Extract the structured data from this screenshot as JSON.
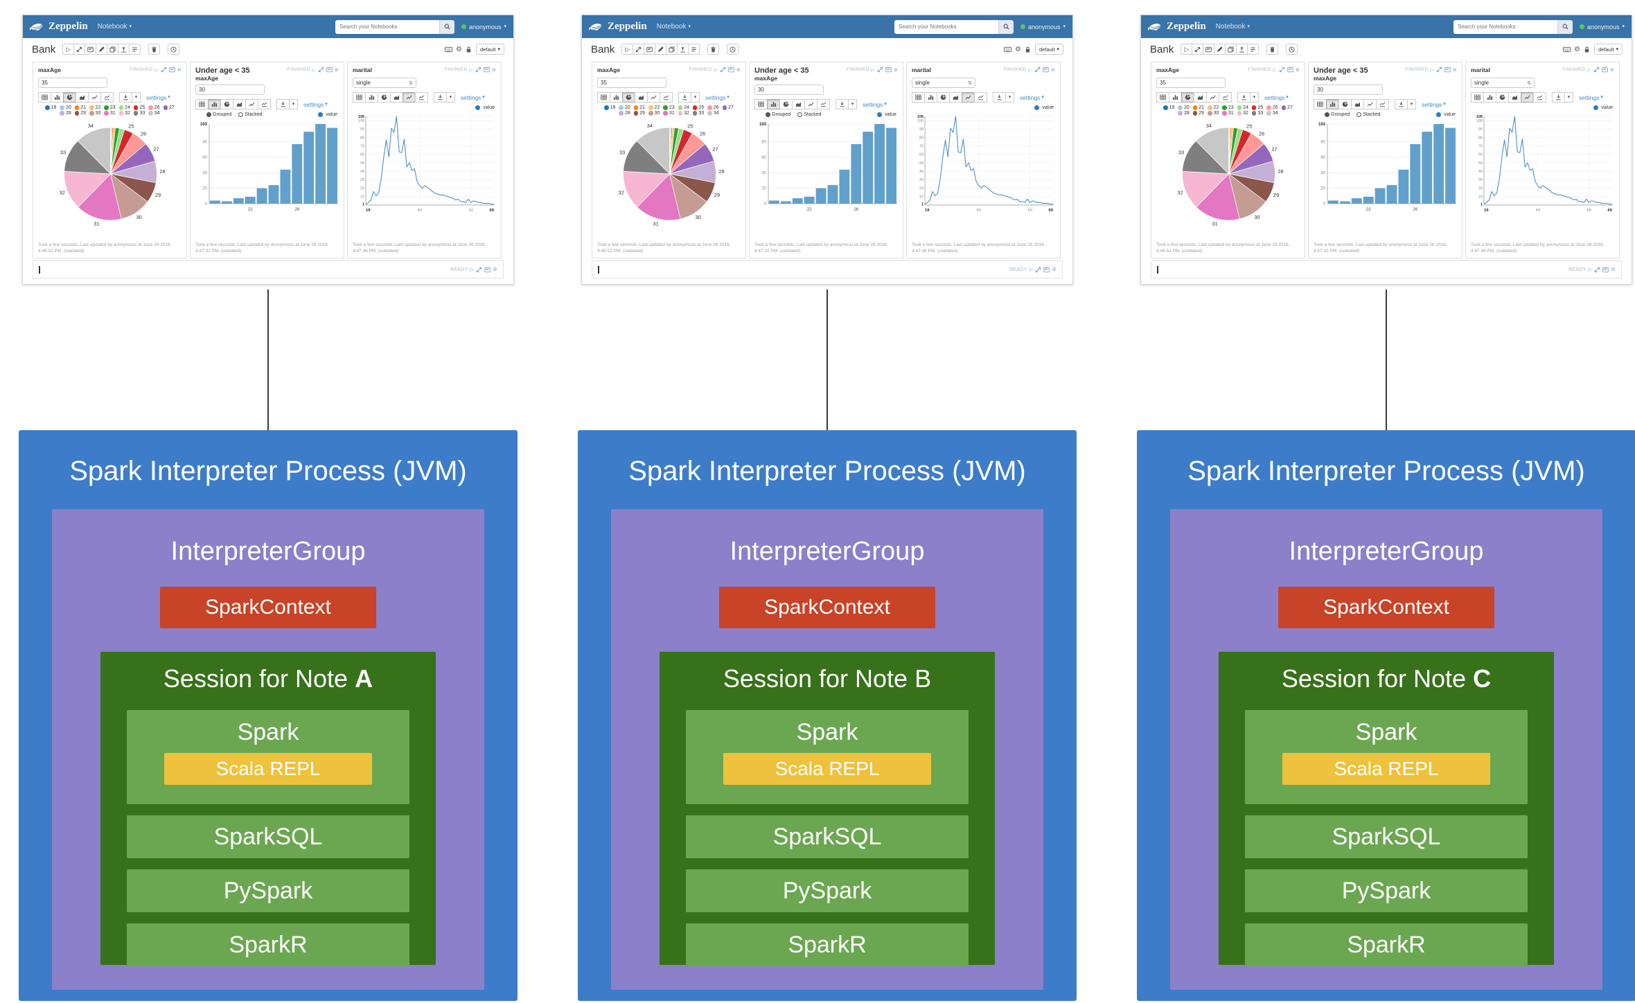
{
  "zeppelin": {
    "navbar": {
      "brand": "Zeppelin",
      "menu_notebook": "Notebook",
      "search_placeholder": "Search your Notebooks",
      "user": "anonymous"
    },
    "note": {
      "title": "Bank",
      "interpreter_button": "default"
    },
    "paragraphs": [
      {
        "field_label": "maxAge",
        "input_value": "35",
        "status": "FINISHED",
        "settings_label": "settings",
        "footer": "Took a few seconds. Last updated by anonymous at June 26 2016, 4:46:52 PM. (outdated)"
      },
      {
        "title": "Under age < 35",
        "field_label": "maxAge",
        "input_value": "30",
        "status": "FINISHED",
        "grouped_label": "Grouped",
        "stacked_label": "Stacked",
        "series_label": "value",
        "settings_label": "settings",
        "footer": "Took a few seconds. Last updated by anonymous at June 26 2016, 4:47:32 PM. (outdated)"
      },
      {
        "field_label": "marital",
        "select_value": "single",
        "status": "FINISHED",
        "series_label": "value",
        "settings_label": "settings",
        "footer": "Took a few seconds. Last updated by anonymous at June 26 2016, 4:47:36 PM. (outdated)"
      }
    ],
    "new_paragraph": {
      "status": "READY"
    }
  },
  "diagram": {
    "jvm": {
      "title": "Spark Interpreter Process (JVM)",
      "group_title": "InterpreterGroup",
      "context_label": "SparkContext",
      "session_prefix": "Session for Note",
      "interpreters": {
        "spark": "Spark",
        "scala_repl": "Scala REPL",
        "sparksql": "SparkSQL",
        "pyspark": "PySpark",
        "sparkr": "SparkR"
      },
      "colors": {
        "process": "#3d7cc9",
        "group": "#8b80c9",
        "context": "#c84327",
        "session": "#377119",
        "interpreter": "#6ba751",
        "repl": "#eec23c"
      }
    },
    "columns": [
      {
        "note_letter": "A",
        "note_bold": true
      },
      {
        "note_letter": "B",
        "note_bold": false
      },
      {
        "note_letter": "C",
        "note_bold": true
      }
    ]
  },
  "icons": {
    "caret_down": "▾",
    "play": "▷",
    "gear": "⚙",
    "clock": "◷",
    "stepper": "⇅"
  },
  "chart_data": [
    {
      "type": "pie",
      "categories": [
        19,
        20,
        21,
        22,
        23,
        24,
        25,
        26,
        27,
        28,
        29,
        30,
        31,
        32,
        33,
        34
      ],
      "values": [
        4,
        3,
        7,
        9,
        20,
        24,
        44,
        77,
        93,
        103,
        98,
        150,
        220,
        185,
        160,
        170
      ],
      "colors": [
        "#1f77b4",
        "#aec7e8",
        "#ff7f0e",
        "#ffbb78",
        "#2ca02c",
        "#98df8a",
        "#d62728",
        "#ff9896",
        "#9467bd",
        "#c5b0d5",
        "#8c564b",
        "#c49c94",
        "#e377c2",
        "#f7b6d2",
        "#7f7f7f",
        "#c7c7c7"
      ],
      "legend_position": "top"
    },
    {
      "type": "bar",
      "categories": [
        19,
        20,
        21,
        22,
        23,
        24,
        25,
        26,
        27,
        28,
        29
      ],
      "values": [
        4,
        3,
        7,
        9,
        20,
        24,
        44,
        77,
        93,
        103,
        98
      ],
      "series": "value",
      "bar_color": "#61a0cb",
      "ylim": [
        0,
        103
      ],
      "yticks": [
        0,
        20,
        40,
        60,
        80,
        103
      ],
      "xticks": [
        22,
        26
      ],
      "grid": true,
      "legend_position": "top-right"
    },
    {
      "type": "line",
      "x": [
        19,
        20,
        21,
        22,
        23,
        24,
        25,
        26,
        27,
        28,
        29,
        30,
        31,
        32,
        33,
        34,
        35,
        36,
        37,
        38,
        39,
        40,
        41,
        42,
        43,
        44,
        45,
        46,
        47,
        48,
        49,
        50,
        51,
        52,
        53,
        54,
        55,
        56,
        57,
        58,
        59,
        60,
        61,
        62,
        63,
        64,
        65,
        66,
        67,
        68,
        69
      ],
      "values": [
        1,
        3,
        6,
        16,
        11,
        14,
        31,
        57,
        77,
        57,
        91,
        86,
        105,
        63,
        62,
        78,
        45,
        50,
        41,
        43,
        28,
        23,
        20,
        23,
        21,
        19,
        16,
        14,
        13,
        12,
        12,
        11,
        10,
        9,
        8,
        6,
        7,
        4,
        4,
        3,
        7,
        3,
        5,
        4,
        3,
        3,
        2,
        2,
        2,
        1,
        1
      ],
      "series": "value",
      "line_color": "#4f8fc7",
      "ylim": [
        0,
        105
      ],
      "yticks": [
        1,
        10,
        20,
        30,
        40,
        50,
        60,
        70,
        80,
        90,
        100,
        105
      ],
      "xticks": [
        19,
        40,
        60,
        69
      ],
      "grid": true,
      "legend_position": "top-right"
    }
  ]
}
